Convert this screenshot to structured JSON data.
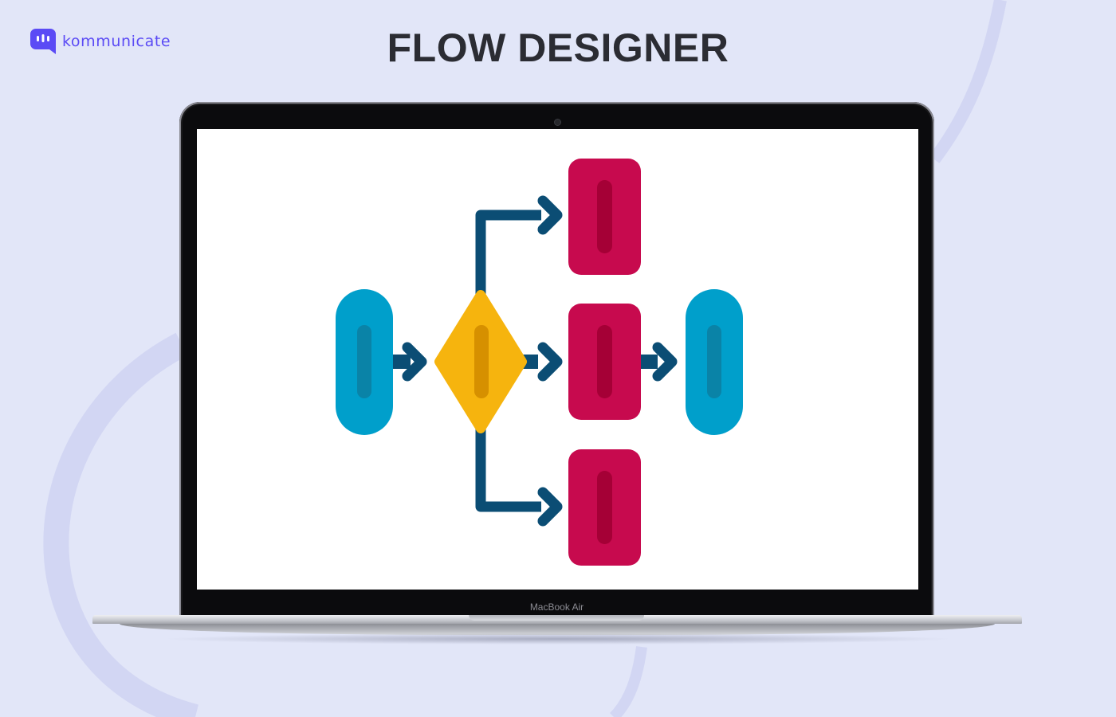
{
  "brand": {
    "name": "kommunicate",
    "color": "#5b4bf5"
  },
  "header": {
    "title": "FLOW DESIGNER"
  },
  "device": {
    "model": "MacBook Air"
  },
  "diagram": {
    "nodes": [
      {
        "id": "start",
        "shape": "rounded-pill",
        "color": "#009fcb"
      },
      {
        "id": "decision",
        "shape": "diamond",
        "color": "#f6b40e"
      },
      {
        "id": "process-top",
        "shape": "rounded-rect",
        "color": "#c70a4e"
      },
      {
        "id": "process-middle",
        "shape": "rounded-rect",
        "color": "#c70a4e"
      },
      {
        "id": "process-bottom",
        "shape": "rounded-rect",
        "color": "#c70a4e"
      },
      {
        "id": "end",
        "shape": "rounded-pill",
        "color": "#009fcb"
      }
    ],
    "connectors": [
      {
        "from": "start",
        "to": "decision"
      },
      {
        "from": "decision",
        "to": "process-top"
      },
      {
        "from": "decision",
        "to": "process-middle"
      },
      {
        "from": "decision",
        "to": "process-bottom"
      },
      {
        "from": "process-middle",
        "to": "end"
      }
    ],
    "connector_color": "#0b4d74"
  },
  "colors": {
    "background": "#e2e6f8",
    "title": "#2b2c33"
  }
}
